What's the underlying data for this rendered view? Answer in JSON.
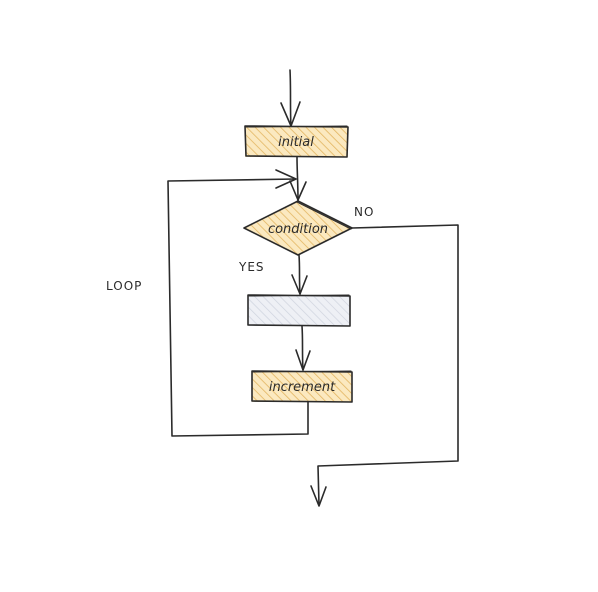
{
  "diagram": {
    "nodes": {
      "initial": {
        "label": "initial",
        "fill": "#f7d99a"
      },
      "condition": {
        "label": "condition",
        "fill": "#f7d99a"
      },
      "body": {
        "label": "",
        "fill": "#e6e9f1"
      },
      "increment": {
        "label": "increment",
        "fill": "#f7d99a"
      }
    },
    "edge_labels": {
      "no": "NO",
      "yes": "YES",
      "loop": "LOOP"
    },
    "colors": {
      "stroke": "#2b2b2b",
      "hatch": "#e0b35a",
      "hatch_gray": "#c9ccd6"
    }
  }
}
